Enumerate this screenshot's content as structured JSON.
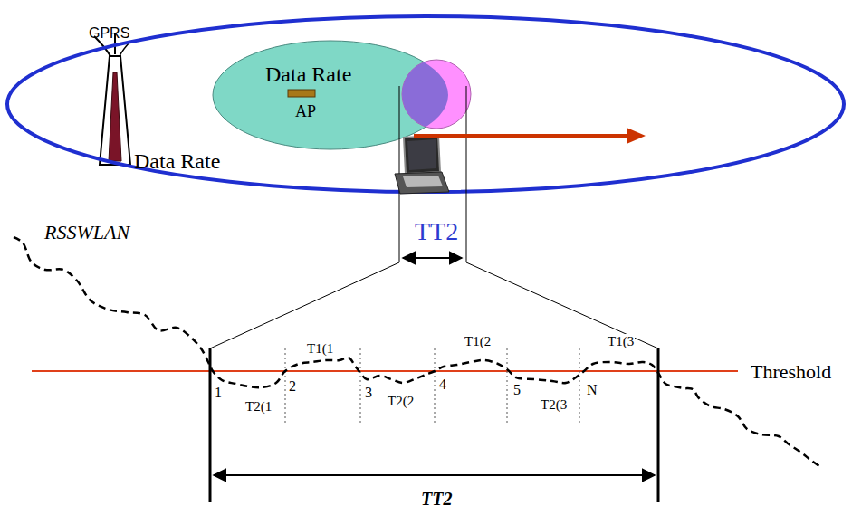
{
  "diagram": {
    "nodes": [
      {
        "text": [
          "GPRS",
          "Data Rate"
        ]
      },
      {
        "text": [
          "Data Rate",
          "AP"
        ],
        "in": 0
      }
    ],
    "labels": [
      "TT2",
      "RSSWLAN",
      "T1(1",
      "T1(2",
      "T1(3",
      "1",
      "2",
      "3",
      "4",
      "5",
      "N",
      "Threshold",
      "T2(1",
      "T2(2",
      "T2(3",
      "TT2"
    ]
  }
}
